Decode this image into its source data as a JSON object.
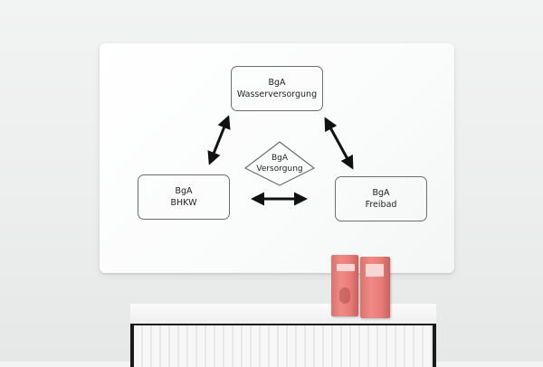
{
  "whiteboard": {
    "nodes": {
      "wasser": {
        "line1": "BgA",
        "line2": "Wasserversorgung"
      },
      "bhkw": {
        "line1": "BgA",
        "line2": "BHKW"
      },
      "freibad": {
        "line1": "BgA",
        "line2": "Freibad"
      },
      "center": {
        "line1": "BgA",
        "line2": "Versorgung"
      }
    }
  },
  "colors": {
    "wall": "#eeefef",
    "board": "#ffffff",
    "marker": "#111111",
    "binder": "#e87c77",
    "cabinet_frame": "#1a1a1a"
  }
}
